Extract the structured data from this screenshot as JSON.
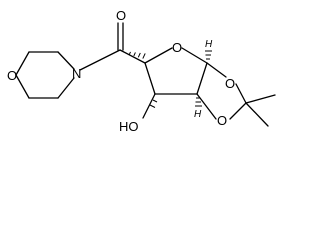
{
  "structure": {
    "atoms": {
      "carbonyl_o": "O",
      "amide_n": "N",
      "morpholine_o": "O",
      "ring_o": "O",
      "hydroxyl": "HO",
      "dioxolane_o_upper": "O",
      "dioxolane_o_lower": "O",
      "stereo_h_upper": "H",
      "stereo_h_lower": "H"
    },
    "colors": {
      "line": "#000000",
      "background": "#ffffff"
    }
  }
}
